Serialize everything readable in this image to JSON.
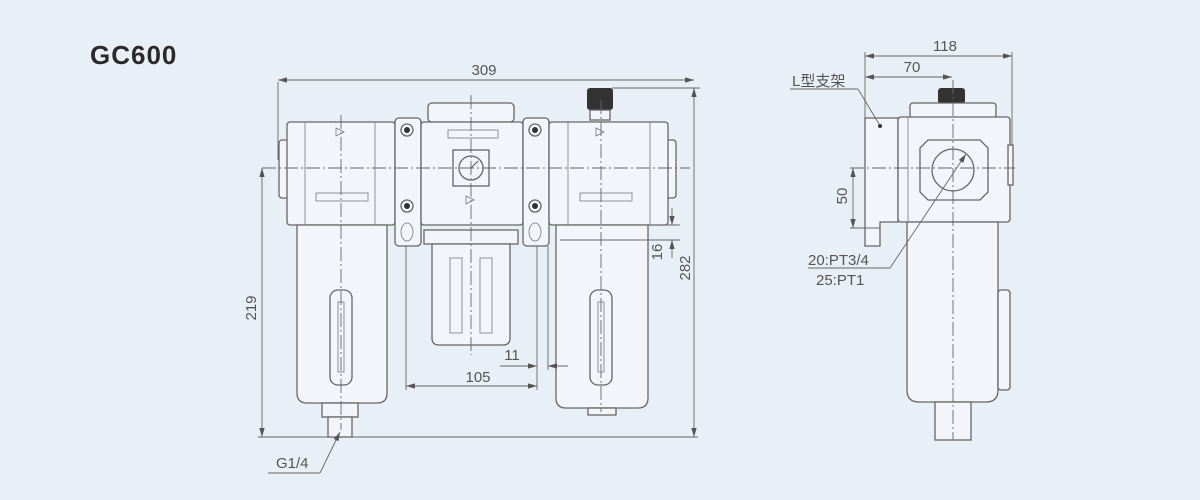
{
  "title": "GC600",
  "front_view": {
    "dims": {
      "width_total": "309",
      "height_total": "282",
      "height_body": "219",
      "gap_bottom": "16",
      "spacing": "105",
      "offset": "11"
    },
    "drain_label": "G1/4"
  },
  "side_view": {
    "dims": {
      "depth_total": "118",
      "depth_center": "70",
      "bracket_height": "50"
    },
    "bracket_label": "L型支架",
    "port_labels": [
      "20:PT3/4",
      "25:PT1"
    ]
  },
  "colors": {
    "background": "#e8eff6",
    "line": "#666666"
  }
}
